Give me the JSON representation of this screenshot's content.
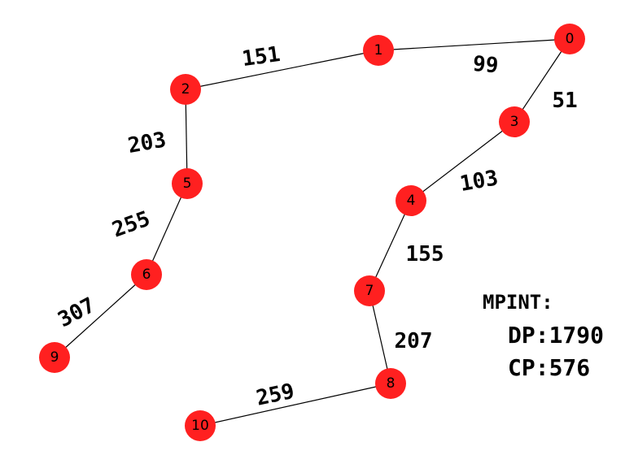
{
  "graph": {
    "node_color": "#ff2020",
    "nodes": [
      {
        "id": "0",
        "label": "0"
      },
      {
        "id": "1",
        "label": "1"
      },
      {
        "id": "2",
        "label": "2"
      },
      {
        "id": "3",
        "label": "3"
      },
      {
        "id": "4",
        "label": "4"
      },
      {
        "id": "5",
        "label": "5"
      },
      {
        "id": "6",
        "label": "6"
      },
      {
        "id": "7",
        "label": "7"
      },
      {
        "id": "8",
        "label": "8"
      },
      {
        "id": "9",
        "label": "9"
      },
      {
        "id": "10",
        "label": "10"
      }
    ],
    "edges": [
      {
        "from": "0",
        "to": "1",
        "weight": "99"
      },
      {
        "from": "1",
        "to": "2",
        "weight": "151"
      },
      {
        "from": "0",
        "to": "3",
        "weight": "51"
      },
      {
        "from": "2",
        "to": "5",
        "weight": "203"
      },
      {
        "from": "3",
        "to": "4",
        "weight": "103"
      },
      {
        "from": "5",
        "to": "6",
        "weight": "255"
      },
      {
        "from": "4",
        "to": "7",
        "weight": "155"
      },
      {
        "from": "6",
        "to": "9",
        "weight": "307"
      },
      {
        "from": "7",
        "to": "8",
        "weight": "207"
      },
      {
        "from": "8",
        "to": "10",
        "weight": "259"
      }
    ]
  },
  "notes": {
    "heading": "MPINT:",
    "line1": "DP:1790",
    "line2": "CP:576"
  }
}
